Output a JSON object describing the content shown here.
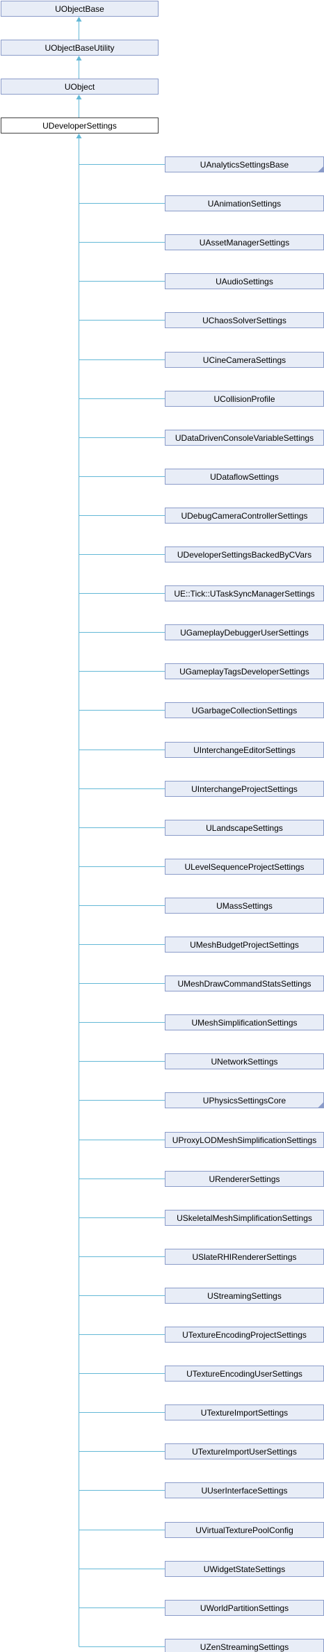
{
  "ancestors": [
    {
      "label": "UObjectBase",
      "interactable": true
    },
    {
      "label": "UObjectBaseUtility",
      "interactable": true
    },
    {
      "label": "UObject",
      "interactable": true
    }
  ],
  "current": {
    "label": "UDeveloperSettings"
  },
  "children": [
    {
      "label": "UAnalyticsSettingsBase",
      "expandable": true
    },
    {
      "label": "UAnimationSettings"
    },
    {
      "label": "UAssetManagerSettings"
    },
    {
      "label": "UAudioSettings"
    },
    {
      "label": "UChaosSolverSettings"
    },
    {
      "label": "UCineCameraSettings"
    },
    {
      "label": "UCollisionProfile"
    },
    {
      "label": "UDataDrivenConsoleVariableSettings"
    },
    {
      "label": "UDataflowSettings"
    },
    {
      "label": "UDebugCameraControllerSettings"
    },
    {
      "label": "UDeveloperSettingsBackedByCVars"
    },
    {
      "label": "UE::Tick::UTaskSyncManagerSettings"
    },
    {
      "label": "UGameplayDebuggerUserSettings"
    },
    {
      "label": "UGameplayTagsDeveloperSettings"
    },
    {
      "label": "UGarbageCollectionSettings"
    },
    {
      "label": "UInterchangeEditorSettings"
    },
    {
      "label": "UInterchangeProjectSettings"
    },
    {
      "label": "ULandscapeSettings"
    },
    {
      "label": "ULevelSequenceProjectSettings"
    },
    {
      "label": "UMassSettings"
    },
    {
      "label": "UMeshBudgetProjectSettings"
    },
    {
      "label": "UMeshDrawCommandStatsSettings"
    },
    {
      "label": "UMeshSimplificationSettings"
    },
    {
      "label": "UNetworkSettings"
    },
    {
      "label": "UPhysicsSettingsCore",
      "expandable": true
    },
    {
      "label": "UProxyLODMeshSimplificationSettings"
    },
    {
      "label": "URendererSettings"
    },
    {
      "label": "USkeletalMeshSimplificationSettings"
    },
    {
      "label": "USlateRHIRendererSettings"
    },
    {
      "label": "UStreamingSettings"
    },
    {
      "label": "UTextureEncodingProjectSettings"
    },
    {
      "label": "UTextureEncodingUserSettings"
    },
    {
      "label": "UTextureImportSettings"
    },
    {
      "label": "UTextureImportUserSettings"
    },
    {
      "label": "UUserInterfaceSettings"
    },
    {
      "label": "UVirtualTexturePoolConfig"
    },
    {
      "label": "UWidgetStateSettings"
    },
    {
      "label": "UWorldPartitionSettings"
    },
    {
      "label": "UZenStreamingSettings"
    }
  ],
  "colors": {
    "node_fill": "#e8edf7",
    "node_border": "#8a9bc9",
    "current_border": "#404040",
    "edge": "#63b8d6"
  }
}
